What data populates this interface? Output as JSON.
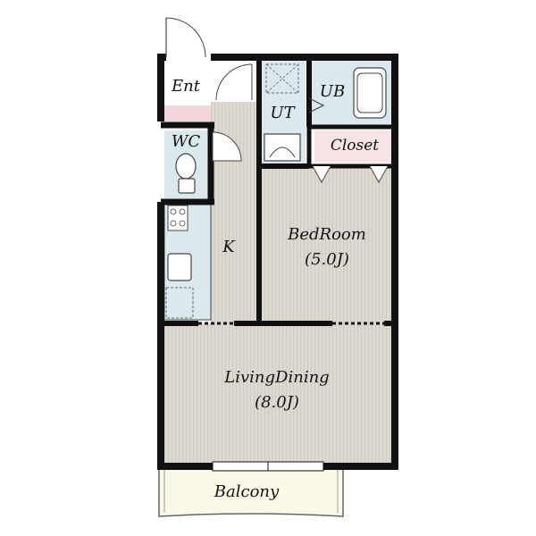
{
  "rooms": {
    "entrance": "Ent",
    "toilet": "WC",
    "utility": "UT",
    "bath": "UB",
    "closet": "Closet",
    "kitchen": "K",
    "bedroom": {
      "name": "BedRoom",
      "size": "(5.0J)"
    },
    "living": {
      "name": "LivingDining",
      "size": "(8.0J)"
    },
    "balcony": "Balcony"
  },
  "colors": {
    "wall": "#111111",
    "floor_wood": "#ddd8d1",
    "floor_wet": "#dbe9ef",
    "entrance_mat": "#f2d6d9",
    "closet": "#f6e3e5",
    "balcony": "#fbf8e8",
    "fixture_stroke": "#444444"
  }
}
